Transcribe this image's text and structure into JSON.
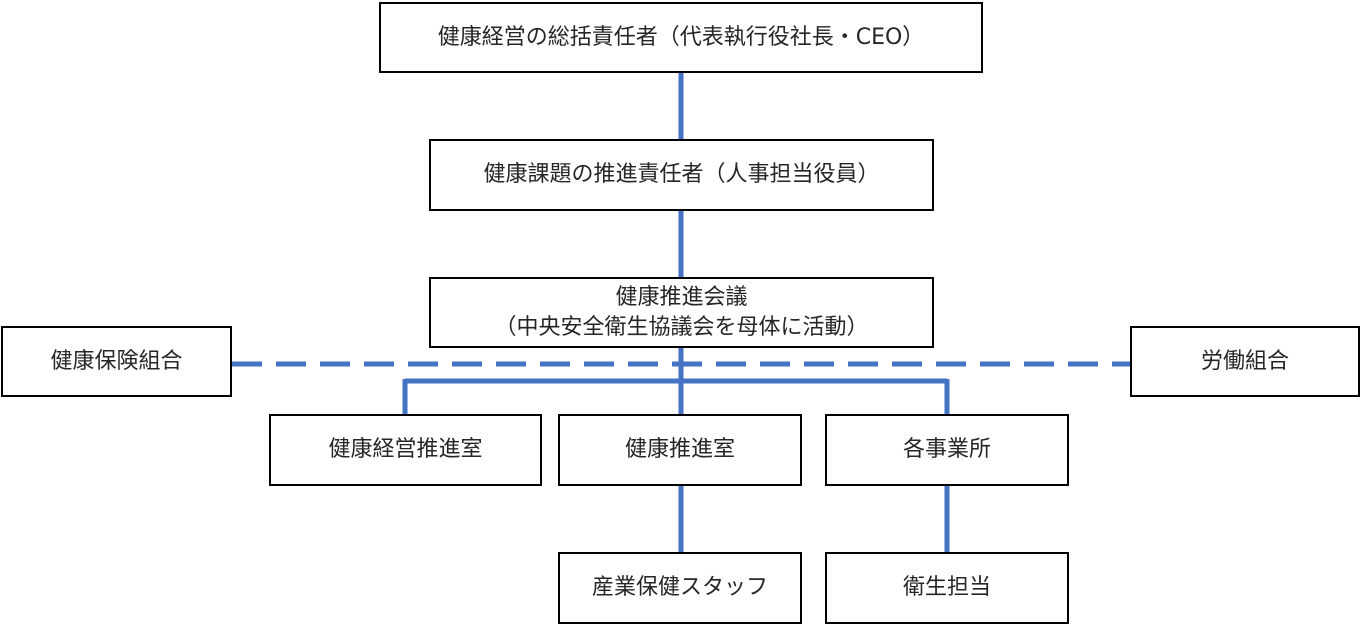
{
  "colors": {
    "connector": "#4472C4",
    "border": "#000000",
    "text": "#262626"
  },
  "nodes": {
    "ceo": "健康経営の総括責任者（代表執行役社長・CEO）",
    "hr_officer": "健康課題の推進責任者（人事担当役員）",
    "council": {
      "line1": "健康推進会議",
      "line2": "（中央安全衛生協議会を母体に活動）"
    },
    "health_insurance": "健康保険組合",
    "labor_union": "労働組合",
    "management_office": "健康経営推進室",
    "health_office": "健康推進室",
    "business_sites": "各事業所",
    "health_staff": "産業保健スタッフ",
    "hygiene": "衛生担当"
  }
}
